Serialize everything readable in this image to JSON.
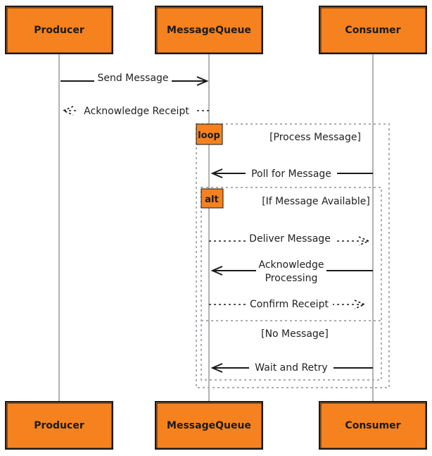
{
  "participants": {
    "producer": "Producer",
    "queue": "MessageQueue",
    "consumer": "Consumer"
  },
  "messages": {
    "send": "Send Message",
    "ack_receipt": "Acknowledge Receipt",
    "poll": "Poll for Message",
    "deliver": "Deliver Message",
    "ack_processing_1": "Acknowledge",
    "ack_processing_2": "Processing",
    "confirm": "Confirm Receipt",
    "retry": "Wait and Retry"
  },
  "fragments": {
    "loop_tag": "loop",
    "loop_guard": "[Process Message]",
    "alt_tag": "alt",
    "alt_guard": "[If Message Available]",
    "else_guard": "[No Message]"
  },
  "colors": {
    "participant_fill": "#f5821f",
    "stroke": "#1a1a1a",
    "lifeline": "#9a9a9a",
    "fragment_border": "#a8adb3"
  }
}
